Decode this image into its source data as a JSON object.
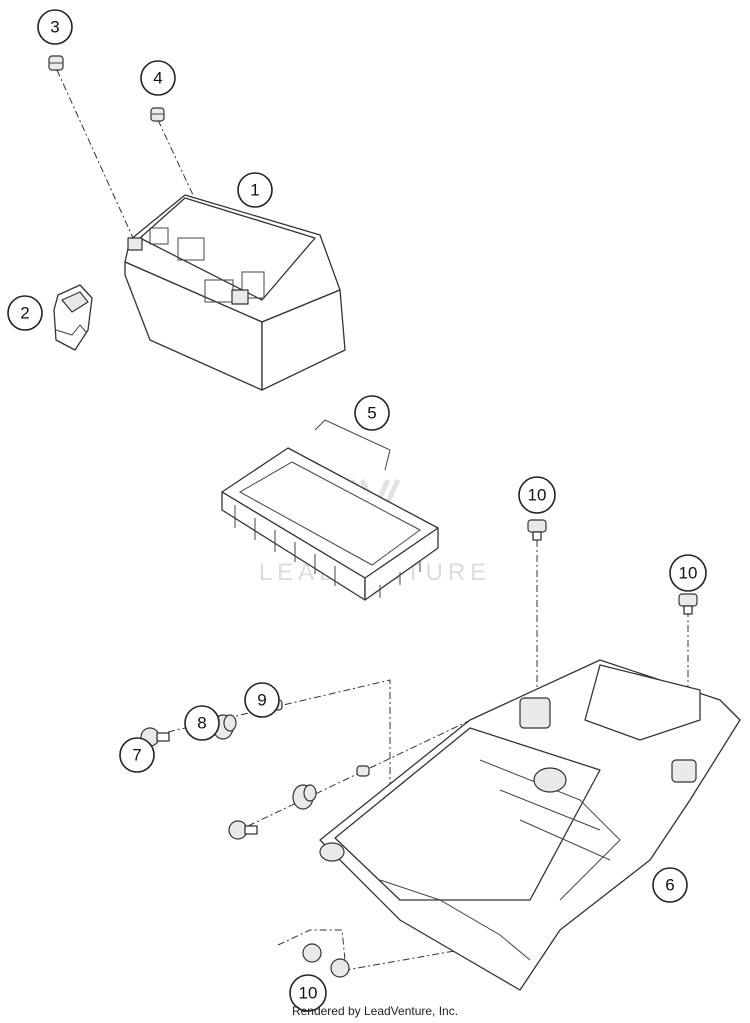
{
  "callouts": [
    {
      "number": "1"
    },
    {
      "number": "2"
    },
    {
      "number": "3"
    },
    {
      "number": "4"
    },
    {
      "number": "5"
    },
    {
      "number": "6"
    },
    {
      "number": "7"
    },
    {
      "number": "8"
    },
    {
      "number": "9"
    },
    {
      "number": "10"
    },
    {
      "number": "10"
    },
    {
      "number": "10"
    }
  ],
  "watermark": {
    "text": "LEADVENTURE"
  },
  "credit": {
    "text": "Rendered by LeadVenture, Inc."
  }
}
